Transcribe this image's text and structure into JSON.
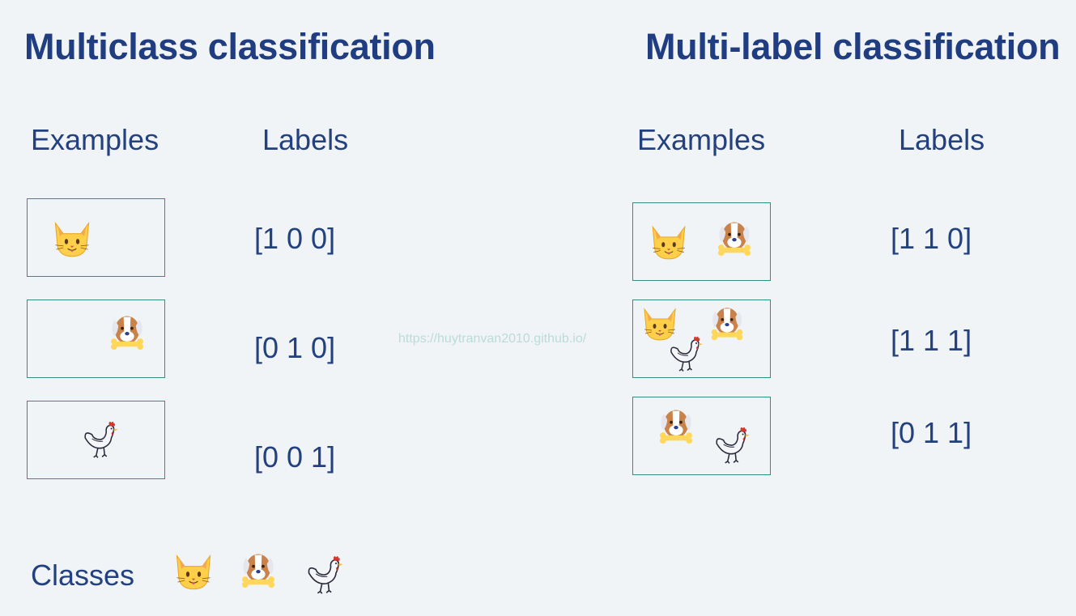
{
  "left": {
    "title": "Multiclass classification",
    "col_examples": "Examples",
    "col_labels": "Labels",
    "rows": [
      {
        "label": "[1 0 0]",
        "icons": [
          "cat-face-icon"
        ]
      },
      {
        "label": "[0 1 0]",
        "icons": [
          "dog-with-bone-icon"
        ]
      },
      {
        "label": "[0 0 1]",
        "icons": [
          "chicken-icon"
        ]
      }
    ],
    "classes_label": "Classes",
    "classes_icons": [
      "cat-face-icon",
      "dog-with-bone-icon",
      "chicken-icon"
    ]
  },
  "right": {
    "title": "Multi-label classification",
    "col_examples": "Examples",
    "col_labels": "Labels",
    "rows": [
      {
        "label": "[1 1 0]",
        "icons": [
          "cat-face-icon",
          "dog-with-bone-icon"
        ]
      },
      {
        "label": "[1 1 1]",
        "icons": [
          "cat-face-icon",
          "dog-with-bone-icon",
          "chicken-icon"
        ]
      },
      {
        "label": "[0 1 1]",
        "icons": [
          "dog-with-bone-icon",
          "chicken-icon"
        ]
      }
    ]
  },
  "watermark": "https://huytranvan2010.github.io/",
  "colors": {
    "title": "#1f3d80",
    "text": "#23417e",
    "box_border": "#2f8f86",
    "background": "#f1f4f6"
  }
}
